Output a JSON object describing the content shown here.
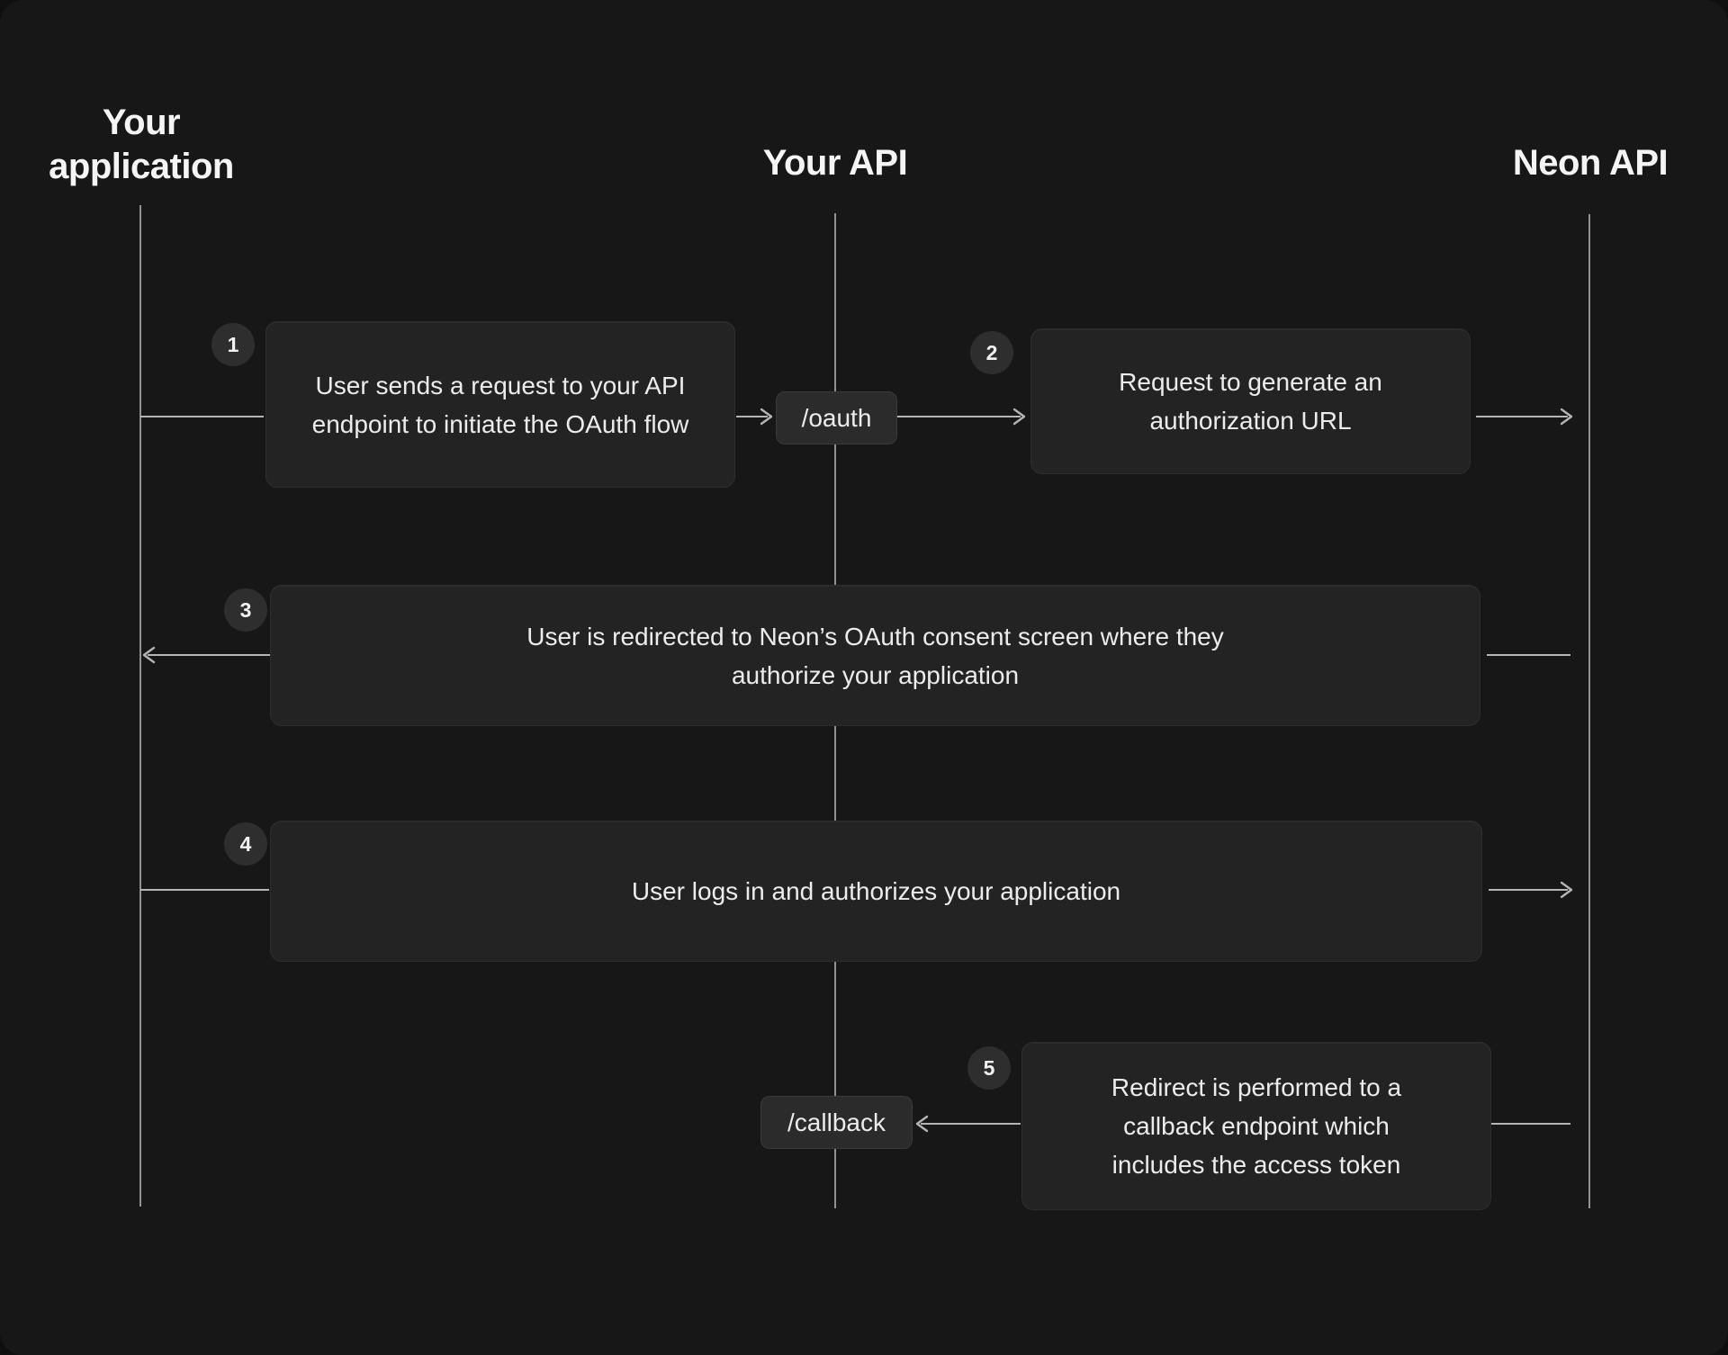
{
  "diagram": {
    "lanes": [
      {
        "id": "your-application",
        "label": "Your application"
      },
      {
        "id": "your-api",
        "label": "Your API"
      },
      {
        "id": "neon-api",
        "label": "Neon API"
      }
    ],
    "steps": [
      {
        "number": "1",
        "text": "User sends a request to your API endpoint to initiate the OAuth flow",
        "arrow": "right"
      },
      {
        "number": "2",
        "text": "Request to generate an authorization URL",
        "arrow": "right"
      },
      {
        "number": "3",
        "text": "User is redirected to Neon’s OAuth consent screen where they authorize your application",
        "arrow": "left"
      },
      {
        "number": "4",
        "text": "User logs in and authorizes your application",
        "arrow": "right"
      },
      {
        "number": "5",
        "text": "Redirect is performed to a callback endpoint which includes the access token",
        "arrow": "left"
      }
    ],
    "endpoints": [
      {
        "label": "/oauth"
      },
      {
        "label": "/callback"
      }
    ],
    "colors": {
      "bg": "#171717",
      "box": "#232323",
      "endpoint": "#2b2b2b",
      "badge": "#2e2e2e",
      "line": "#b5b5b5",
      "lifeline": "#929292",
      "text": "#ececec",
      "heading": "#f5f5f5"
    }
  }
}
